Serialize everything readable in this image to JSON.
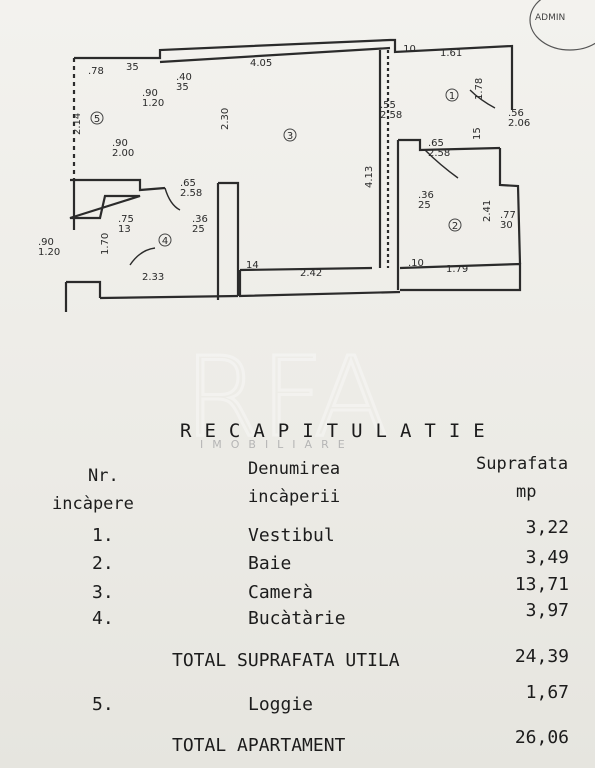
{
  "floor_plan": {
    "dimension_labels": {
      "d_78": ".78",
      "d_35a": "35",
      "d_40_35": ".40\n35",
      "d_405": "4.05",
      "d_10a": ".10",
      "d_161": "1.61",
      "d_178": "1.78",
      "d_214": "2.14",
      "d_90_120a": ".90\n1.20",
      "d_230": "2.30",
      "d_55_258": ".55\n2.58",
      "d_56_206": ".56\n2.06",
      "d_90_200": ".90\n2.00",
      "d_15": "15",
      "d_65_258a": ".65\n2.58",
      "d_65_258b": ".65\n2.58",
      "d_36_25a": ".36\n25",
      "d_36_25b": ".36\n25",
      "d_413": "4.13",
      "d_75_13": ".75\n13",
      "d_241": "2.41",
      "d_77_30": ".77\n30",
      "d_90_120b": ".90\n1.20",
      "d_170": "1.70",
      "d_233": "2.33",
      "d_14": "14",
      "d_242": "2.42",
      "d_10b": ".10",
      "d_179": "1.79"
    },
    "room_markers": [
      "1",
      "2",
      "3",
      "4",
      "5"
    ]
  },
  "stamp_text": "ADMIN",
  "watermark": {
    "logo": "RFA",
    "subtitle": "IMOBILIARE"
  },
  "recap": {
    "title": "RECAPITULATIE",
    "headers": {
      "nr_line1": "Nr.",
      "nr_line2": "incàpere",
      "name_line1": "Denumirea",
      "name_line2": "incàperii",
      "area_line1": "Suprafata",
      "area_line2": "mp"
    },
    "rows": [
      {
        "nr": "1.",
        "name": "Vestibul",
        "area": "3,22"
      },
      {
        "nr": "2.",
        "name": "Baie",
        "area": "3,49"
      },
      {
        "nr": "3.",
        "name": "Camerà",
        "area": "13,71"
      },
      {
        "nr": "4.",
        "name": "Bucàtàrie",
        "area": "3,97"
      }
    ],
    "total_util": {
      "label": "TOTAL SUPRAFATA UTILA",
      "area": "24,39"
    },
    "loggia": {
      "nr": "5.",
      "name": "Loggie",
      "area": "1,67"
    },
    "total_apt": {
      "label": "TOTAL APARTAMENT",
      "area": "26,06"
    }
  }
}
